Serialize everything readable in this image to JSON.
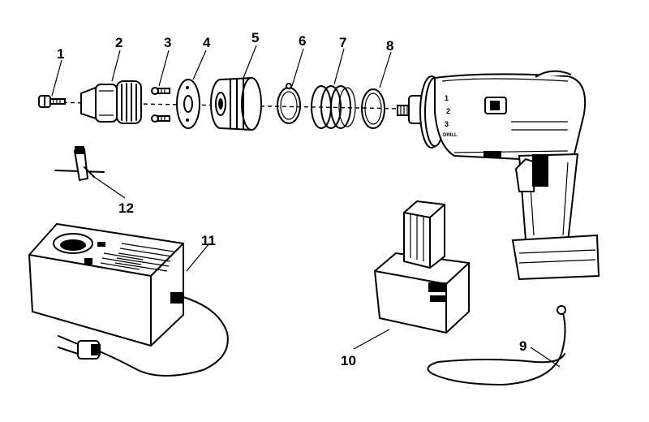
{
  "diagram": {
    "callouts": [
      {
        "id": "1",
        "label": "1"
      },
      {
        "id": "2",
        "label": "2"
      },
      {
        "id": "3",
        "label": "3"
      },
      {
        "id": "4",
        "label": "4"
      },
      {
        "id": "5",
        "label": "5"
      },
      {
        "id": "6",
        "label": "6"
      },
      {
        "id": "7",
        "label": "7"
      },
      {
        "id": "8",
        "label": "8"
      },
      {
        "id": "9",
        "label": "9"
      },
      {
        "id": "10",
        "label": "10"
      },
      {
        "id": "11",
        "label": "11"
      },
      {
        "id": "12",
        "label": "12"
      }
    ],
    "drill_markings": {
      "clutch_1": "1",
      "clutch_2": "2",
      "clutch_3": "3",
      "clutch_drill": "DRILL"
    }
  }
}
